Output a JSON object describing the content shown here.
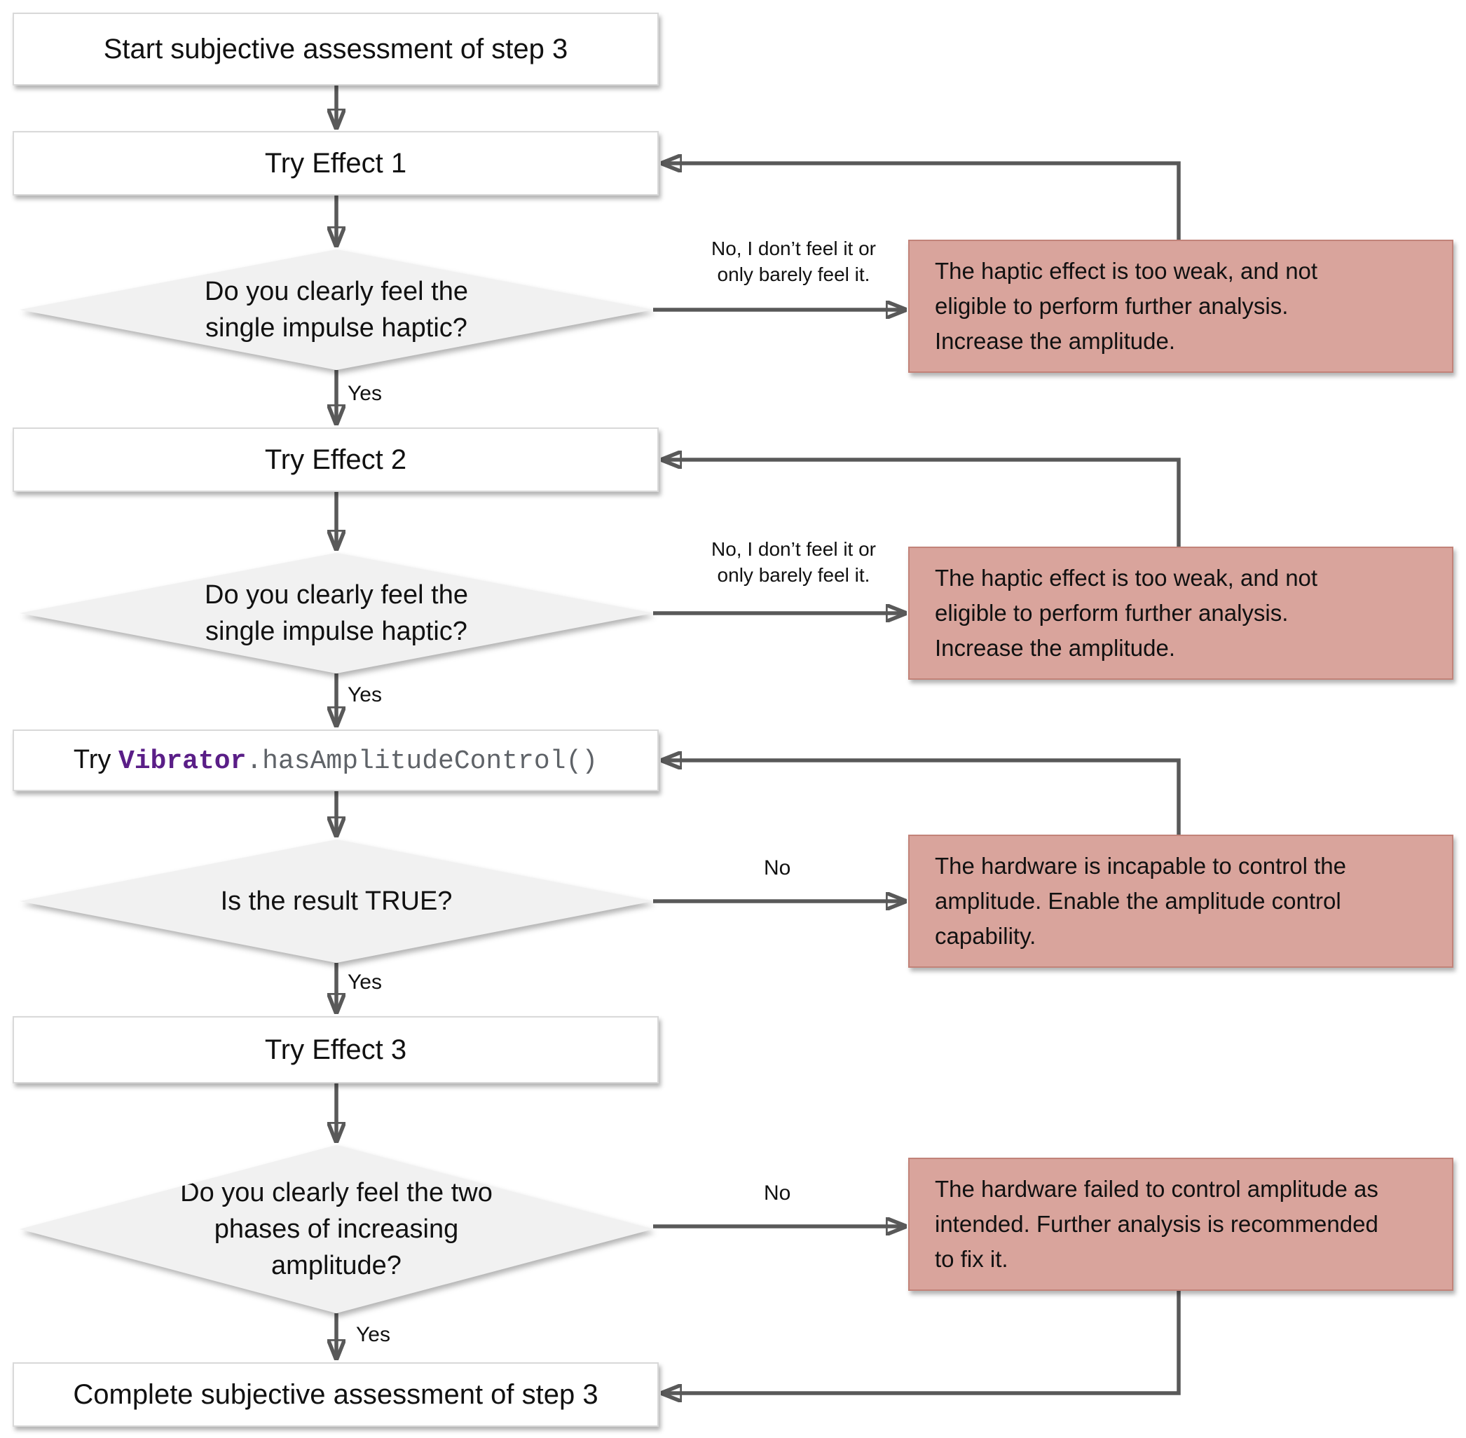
{
  "diagram": {
    "nodes": {
      "start": {
        "label": "Start subjective assessment of step 3"
      },
      "try_effect_1": {
        "label": "Try Effect 1"
      },
      "decision_feel_1": {
        "label": "Do you clearly feel the\nsingle impulse haptic?"
      },
      "try_effect_2": {
        "label": "Try Effect 2"
      },
      "decision_feel_2": {
        "label": "Do you clearly feel the\nsingle impulse haptic?"
      },
      "try_api": {
        "prefix": "Try ",
        "code_object": "Vibrator",
        "code_method": ".hasAmplitudeControl()"
      },
      "decision_result_true": {
        "label": "Is the result TRUE?"
      },
      "try_effect_3": {
        "label": "Try Effect 3"
      },
      "decision_two_phases": {
        "label": "Do you clearly feel the two\nphases of increasing\namplitude?"
      },
      "complete": {
        "label": "Complete subjective assessment of step 3"
      },
      "error_weak_1": {
        "label": "The haptic effect is too weak, and not\neligible to perform further analysis.\nIncrease the amplitude."
      },
      "error_weak_2": {
        "label": "The haptic effect is too weak, and not\neligible to perform further analysis.\nIncrease the amplitude."
      },
      "error_no_amplitude_control": {
        "label": "The hardware is incapable to control the\namplitude. Enable the amplitude control\ncapability."
      },
      "error_amplitude_failed": {
        "label": "The hardware failed to control amplitude as\nintended. Further analysis is recommended\nto fix it."
      }
    },
    "edge_labels": {
      "yes": "Yes",
      "no": "No",
      "no_feel": "No, I don’t feel it or\nonly barely feel it."
    },
    "colors": {
      "line": "#595959",
      "process-fill": "#ffffff",
      "process-border": "#d9d9d9",
      "decision-fill": "#f1f1f1",
      "error-fill": "#d9a49c",
      "error-border": "#c28379",
      "code-object": "#5a1e87",
      "code-method": "#5f6368",
      "text": "#111111"
    }
  }
}
